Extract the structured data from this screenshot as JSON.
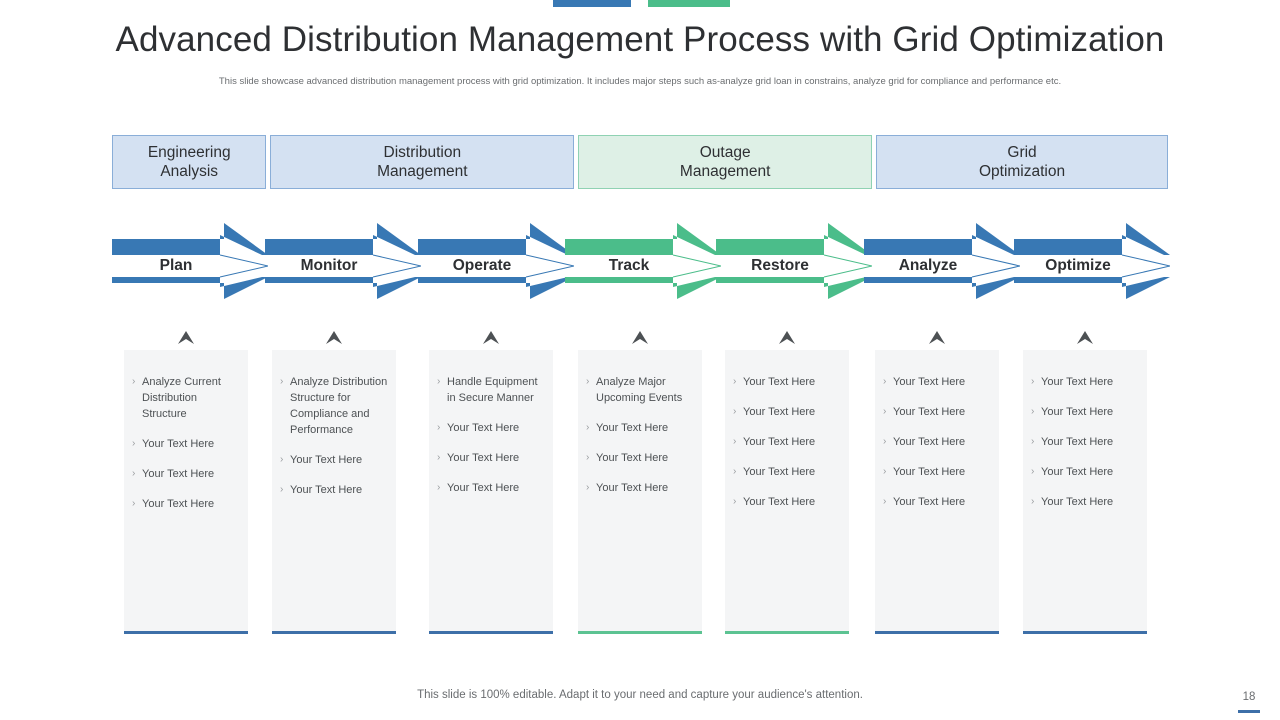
{
  "decor": {
    "bar_blue_color": "#3878b4",
    "bar_green_color": "#4bbd8a"
  },
  "title": "Advanced Distribution Management Process with Grid Optimization",
  "subtitle": "This slide showcase advanced distribution management process with grid optimization. It includes major steps such as-analyze grid loan in constrains, analyze grid  for compliance and performance  etc.",
  "headers": [
    {
      "label": "Engineering\nAnalysis",
      "tone": "blue"
    },
    {
      "label": "Distribution\nManagement",
      "tone": "blue"
    },
    {
      "label": "Outage\nManagement",
      "tone": "green"
    },
    {
      "label": "Grid\nOptimization",
      "tone": "blue"
    }
  ],
  "steps": [
    {
      "label": "Plan",
      "color": "#3878b4"
    },
    {
      "label": "Monitor",
      "color": "#3878b4"
    },
    {
      "label": "Operate",
      "color": "#3878b4"
    },
    {
      "label": "Track",
      "color": "#4bbd8a"
    },
    {
      "label": "Restore",
      "color": "#4bbd8a"
    },
    {
      "label": "Analyze",
      "color": "#3878b4"
    },
    {
      "label": "Optimize",
      "color": "#3878b4"
    }
  ],
  "bullet_mark": "›",
  "columns": [
    {
      "accent": "#3d6fa8",
      "items": [
        "Analyze Current Distribution Structure",
        "Your Text Here",
        "Your Text Here",
        "Your Text Here"
      ]
    },
    {
      "accent": "#3d6fa8",
      "items": [
        "Analyze Distribution Structure for Compliance and Performance",
        "Your Text Here",
        "Your Text Here"
      ]
    },
    {
      "accent": "#3d6fa8",
      "items": [
        "Handle Equipment in Secure Manner",
        "Your Text Here",
        "Your Text Here",
        "Your Text Here"
      ]
    },
    {
      "accent": "#5cc392",
      "items": [
        "Analyze Major Upcoming Events",
        "Your Text Here",
        "Your Text Here",
        "Your Text Here"
      ]
    },
    {
      "accent": "#5cc392",
      "items": [
        "Your Text Here",
        "Your Text Here",
        "Your Text Here",
        "Your Text Here",
        "Your Text Here"
      ]
    },
    {
      "accent": "#3d6fa8",
      "items": [
        "Your Text Here",
        "Your Text Here",
        "Your Text Here",
        "Your Text Here",
        "Your Text Here"
      ]
    },
    {
      "accent": "#3d6fa8",
      "items": [
        "Your Text Here",
        "Your Text Here",
        "Your Text Here",
        "Your Text Here",
        "Your Text Here"
      ]
    }
  ],
  "footer": "This slide is 100% editable. Adapt it to your need and capture your audience's attention.",
  "page_number": "18"
}
